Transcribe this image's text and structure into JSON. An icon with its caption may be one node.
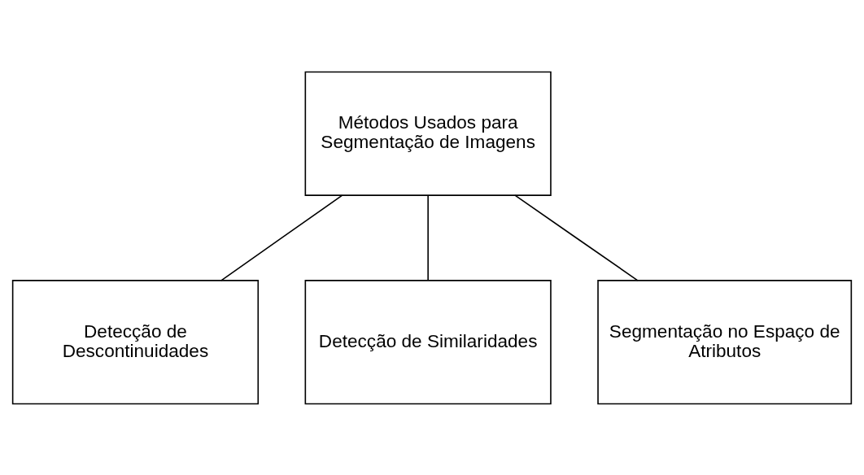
{
  "diagram": {
    "nodes": [
      {
        "text": [
          "Métodos Usados para Segmentação de Imagens"
        ]
      },
      {
        "text": [
          "Detecção de Descontinuidades"
        ]
      },
      {
        "text": [
          "Detecção de Similaridades"
        ]
      },
      {
        "text": [
          "Segmentação no Espaço de Atributos"
        ]
      }
    ],
    "edges": [
      {
        "from": 0,
        "to": 1,
        "arrow": "none"
      },
      {
        "from": 0,
        "to": 2,
        "arrow": "none"
      },
      {
        "from": 0,
        "to": 3,
        "arrow": "none"
      }
    ]
  }
}
